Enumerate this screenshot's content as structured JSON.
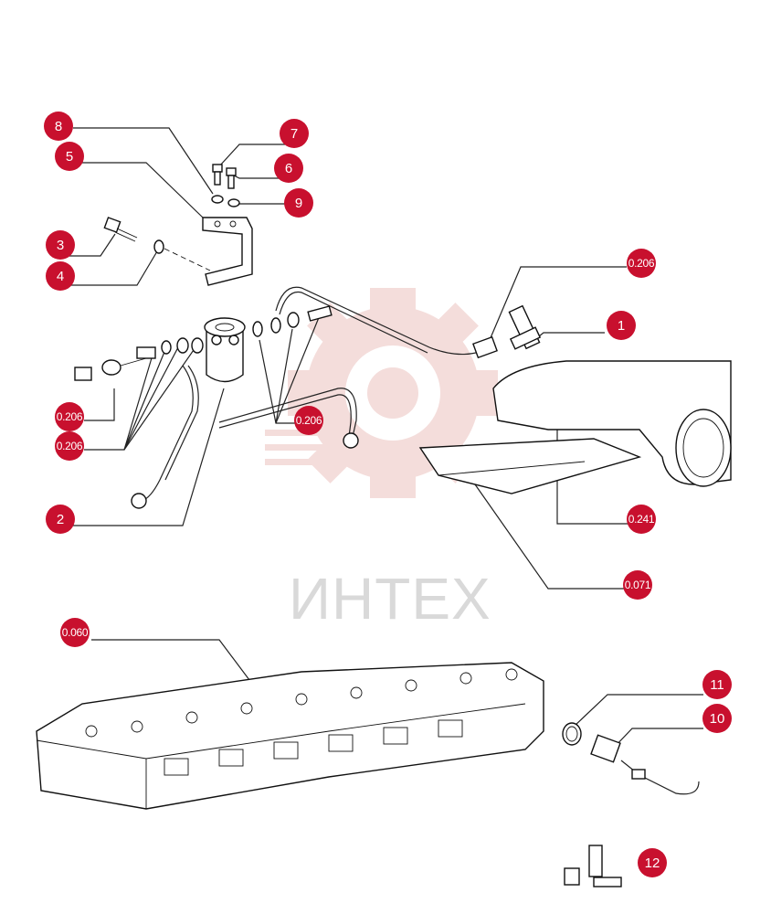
{
  "watermark": {
    "text": "ИНТЕХ",
    "gear_color": "#e8b4b0"
  },
  "badge_color": "#c8102e",
  "callouts": [
    {
      "id": "callout-8",
      "label": "8"
    },
    {
      "id": "callout-5",
      "label": "5"
    },
    {
      "id": "callout-7",
      "label": "7"
    },
    {
      "id": "callout-6",
      "label": "6"
    },
    {
      "id": "callout-9",
      "label": "9"
    },
    {
      "id": "callout-3",
      "label": "3"
    },
    {
      "id": "callout-4",
      "label": "4"
    },
    {
      "id": "callout-1",
      "label": "1"
    },
    {
      "id": "callout-2",
      "label": "2"
    },
    {
      "id": "callout-11",
      "label": "11"
    },
    {
      "id": "callout-10",
      "label": "10"
    },
    {
      "id": "callout-12",
      "label": "12"
    }
  ],
  "references": [
    {
      "id": "ref-0206-top",
      "label": "0.206"
    },
    {
      "id": "ref-0206-left-a",
      "label": "0.206"
    },
    {
      "id": "ref-0206-left-b",
      "label": "0.206"
    },
    {
      "id": "ref-0206-mid",
      "label": "0.206"
    },
    {
      "id": "ref-0241",
      "label": "0.241"
    },
    {
      "id": "ref-0071",
      "label": "0.071"
    },
    {
      "id": "ref-0060",
      "label": "0.060"
    }
  ]
}
